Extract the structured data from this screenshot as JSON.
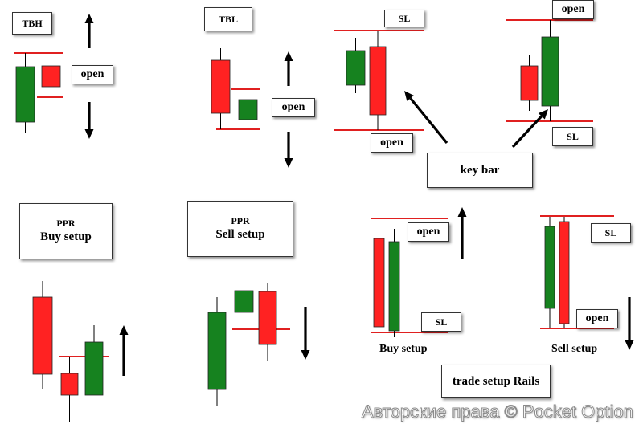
{
  "colors": {
    "bull": "#16821f",
    "bear": "#ff2222",
    "line": "#e02020",
    "wick": "#000000",
    "arrow": "#000000"
  },
  "panels": {
    "tbh": {
      "title": "TBH",
      "open_label": "open"
    },
    "tbl": {
      "title": "TBL",
      "open_label": "open"
    },
    "keybar": {
      "sl_top": "SL",
      "open_bottom": "open",
      "open_top": "open",
      "sl_bottom": "SL",
      "title": "key bar"
    },
    "ppr_buy": {
      "line1": "PPR",
      "line2": "Buy setup"
    },
    "ppr_sell": {
      "line1": "PPR",
      "line2": "Sell setup"
    },
    "rails": {
      "open_buy": "open",
      "sl_buy": "SL",
      "sl_sell": "SL",
      "open_sell": "open",
      "buy_caption": "Buy setup",
      "sell_caption": "Sell setup",
      "title": "trade setup Rails"
    }
  },
  "watermark": "Авторские права © Pocket Option"
}
